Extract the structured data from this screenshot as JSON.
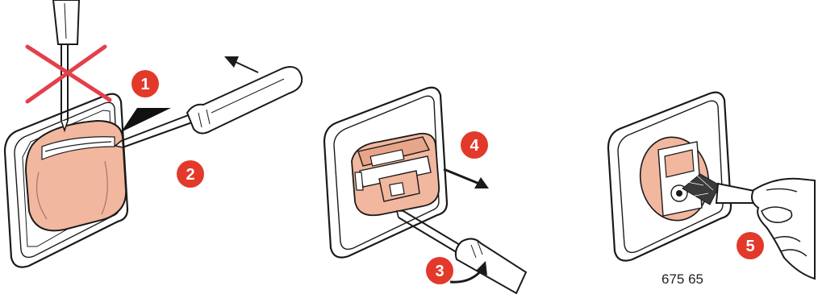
{
  "steps": {
    "s1": "1",
    "s2": "2",
    "s3": "3",
    "s4": "4",
    "s5": "5"
  },
  "reference_code": "675 65",
  "colors": {
    "badge": "#e2392b",
    "cover": "#f1b79f",
    "cross": "#e3404a",
    "outline": "#1a1a1a",
    "plate": "#ffffff"
  },
  "icons": {
    "forbidden": "red-x-cross-icon",
    "tool": "screwdriver-icon",
    "cleaning": "brush-icon"
  }
}
